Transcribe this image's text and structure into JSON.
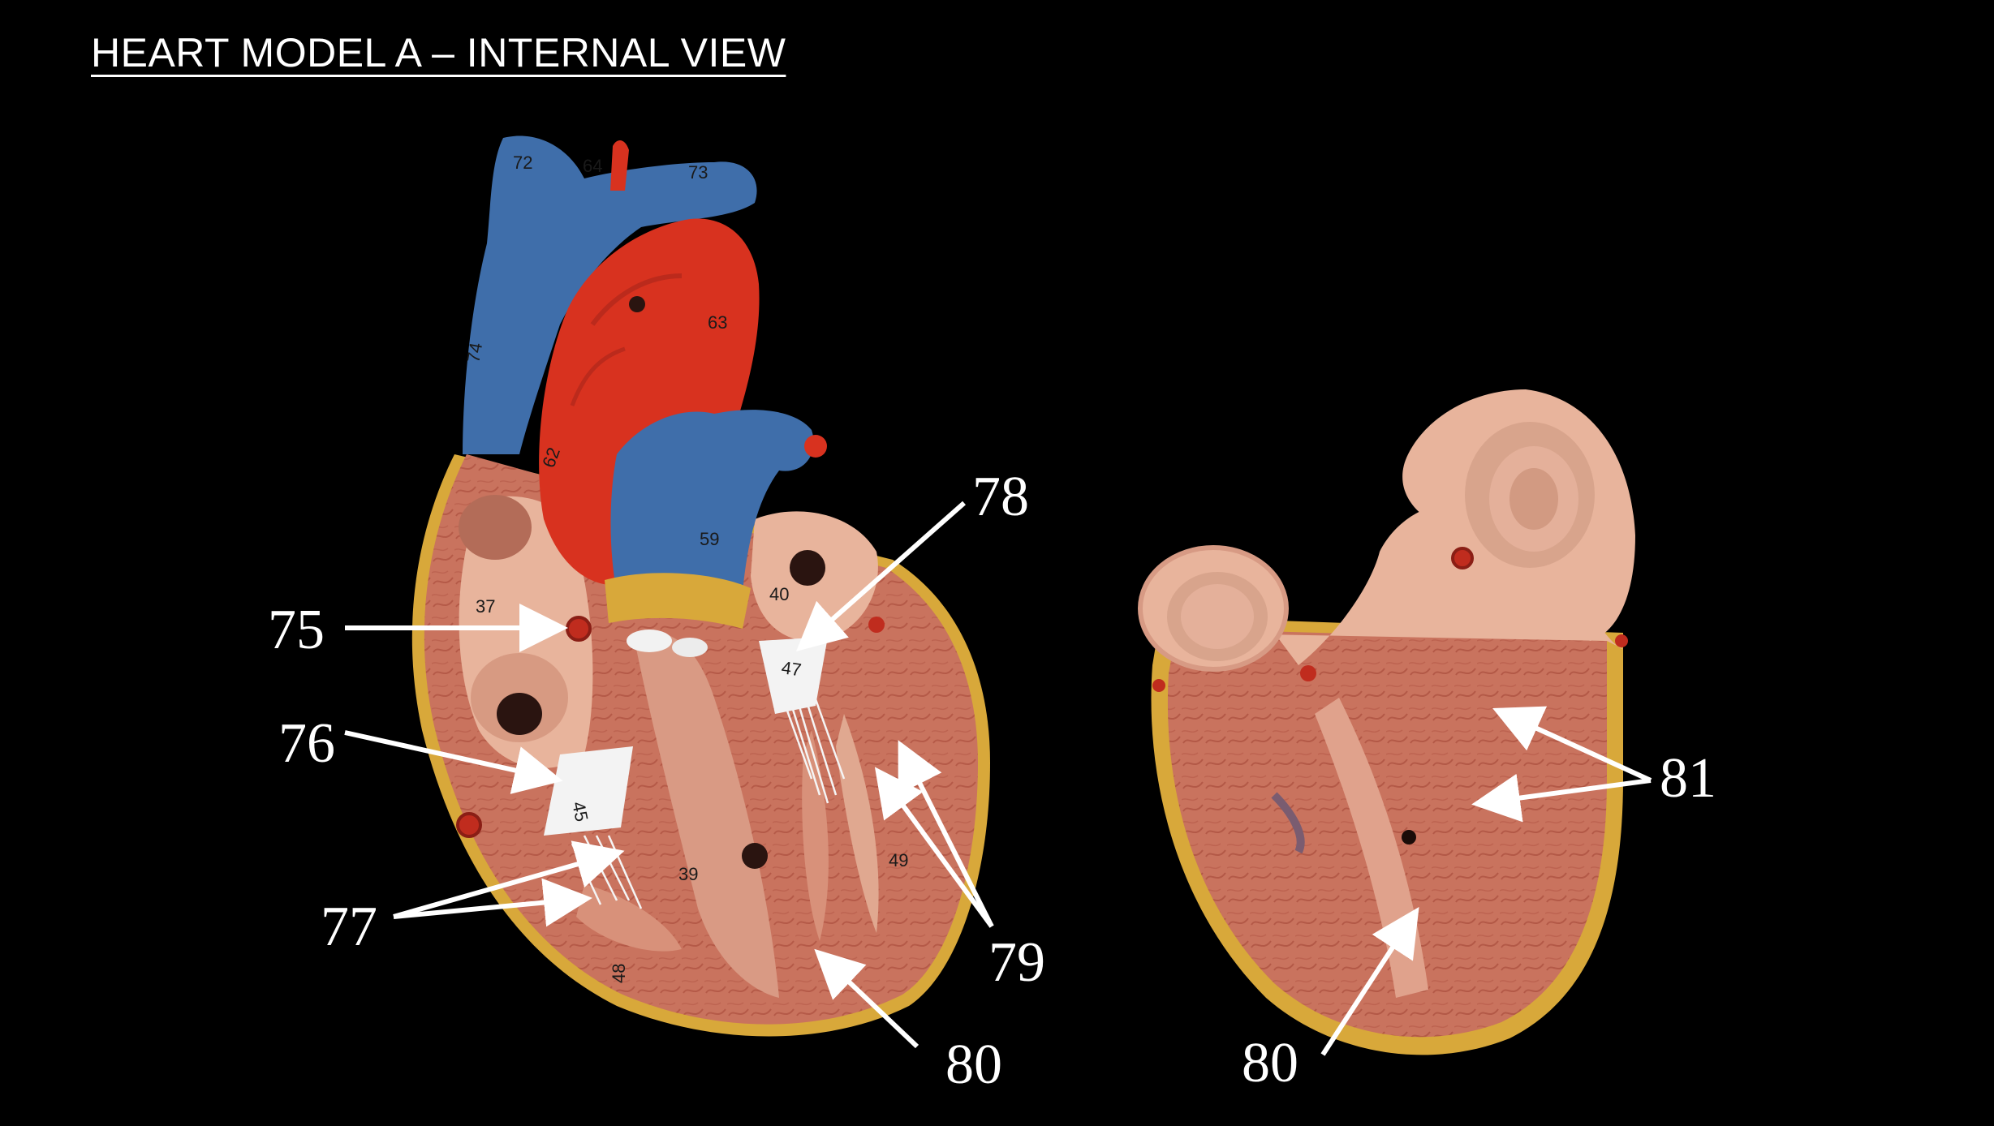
{
  "title": "HEART MODEL A – INTERNAL VIEW",
  "labels": {
    "l75": "75",
    "l76": "76",
    "l77": "77",
    "l78": "78",
    "l79": "79",
    "l80a": "80",
    "l80b": "80",
    "l81": "81"
  },
  "model_numbers": {
    "n72": "72",
    "n64": "64",
    "n73": "73",
    "n63": "63",
    "n74": "74",
    "n62": "62",
    "n59": "59",
    "n37": "37",
    "n40": "40",
    "n47": "47",
    "n45": "45",
    "n49": "49",
    "n39": "39",
    "n48": "48"
  },
  "colors": {
    "background": "#000000",
    "vein_blue": "#3f6eaa",
    "artery_red": "#d8321f",
    "muscle": "#c9735e",
    "inner_wall": "#e8b49c",
    "fat_yellow": "#d8a83a",
    "arrow": "#ffffff"
  }
}
